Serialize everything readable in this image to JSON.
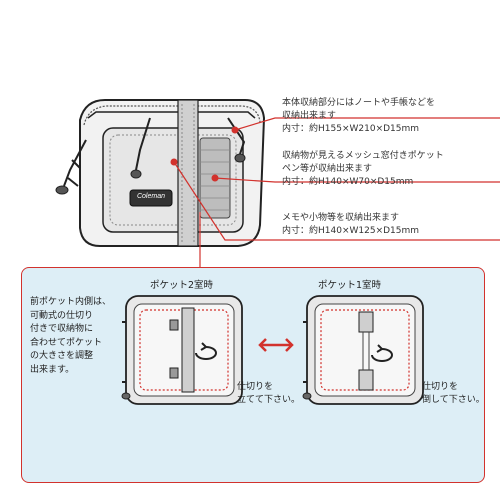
{
  "product": {
    "brand_logo": "Coleman",
    "colors": {
      "accent_red": "#d2322d",
      "panel_bg": "#ddeef6",
      "line": "#222222"
    }
  },
  "callouts": [
    {
      "lines": [
        "本体収納部分にはノートや手帳などを",
        "収納出来ます",
        "内寸：約H155×W210×D15mm"
      ]
    },
    {
      "lines": [
        "収納物が見えるメッシュ窓付きポケット",
        "ペン等が収納出来ます",
        "内寸：約H140×W70×D15mm"
      ]
    },
    {
      "lines": [
        "メモや小物等を収納出来ます",
        "内寸：約H140×W125×D15mm"
      ]
    }
  ],
  "panel": {
    "left_title": "ポケット2室時",
    "right_title": "ポケット1室時",
    "description": [
      "前ポケット内側は、",
      "可動式の仕切り",
      "付きで収納物に",
      "合わせてポケット",
      "の大きさを調整",
      "出来ます。"
    ],
    "left_note": [
      "仕切りを",
      "立てて下さい。"
    ],
    "right_note": [
      "仕切りを",
      "倒して下さい。"
    ],
    "arrow_icon": "double-arrow-icon"
  }
}
